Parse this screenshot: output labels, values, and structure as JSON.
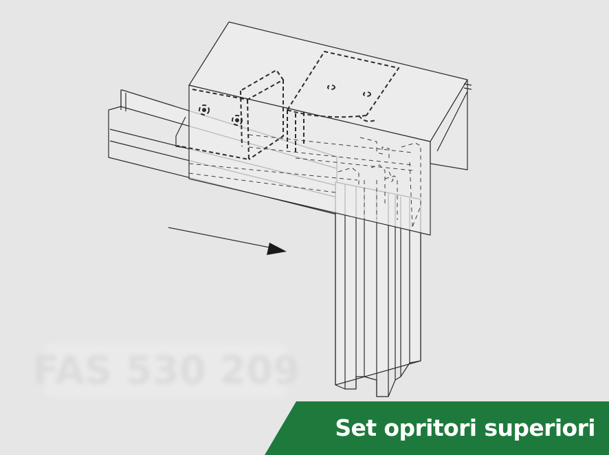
{
  "colors": {
    "background": "#e6e6e6",
    "fill": "#ececec",
    "line": "#2b2b2b",
    "banner": "#1e7a3c",
    "banner_text": "#ffffff"
  },
  "banner": {
    "title": "Set opritori superiori"
  },
  "watermark": {
    "text": "FAS 530 209"
  },
  "icons": {
    "direction": "right-arrow"
  }
}
